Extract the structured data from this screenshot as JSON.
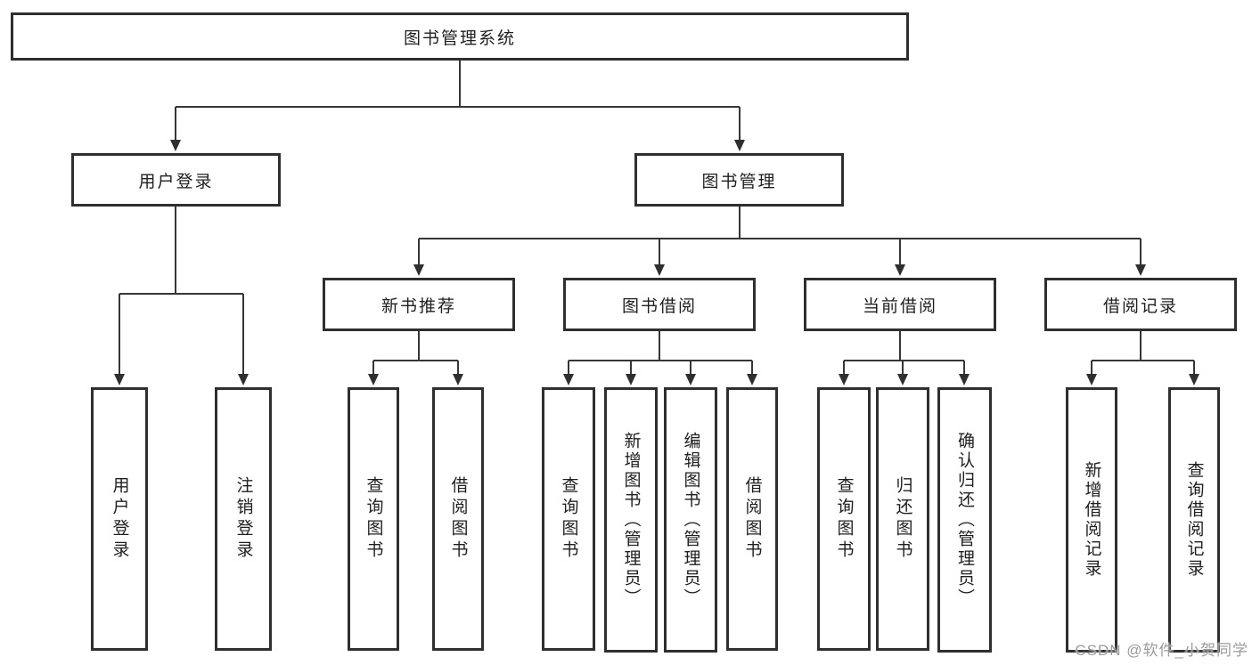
{
  "tree": {
    "root": {
      "label": "图书管理系统"
    },
    "user_branch": {
      "label": "用户登录",
      "children": [
        {
          "label": "用户登录"
        },
        {
          "label": "注销登录"
        }
      ]
    },
    "book_branch": {
      "label": "图书管理",
      "groups": [
        {
          "label": "新书推荐",
          "children": [
            {
              "label": "查询图书"
            },
            {
              "label": "借阅图书"
            }
          ]
        },
        {
          "label": "图书借阅",
          "children": [
            {
              "label": "查询图书"
            },
            {
              "label": "新增图书（管理员）"
            },
            {
              "label": "编辑图书（管理员）"
            },
            {
              "label": "借阅图书"
            }
          ]
        },
        {
          "label": "当前借阅",
          "children": [
            {
              "label": "查询图书"
            },
            {
              "label": "归还图书"
            },
            {
              "label": "确认归还（管理员）"
            }
          ]
        },
        {
          "label": "借阅记录",
          "children": [
            {
              "label": "新增借阅记录"
            },
            {
              "label": "查询借阅记录"
            }
          ]
        }
      ]
    }
  },
  "watermark": {
    "text": "CSDN @软件_小贺同学"
  },
  "colors": {
    "line": "#363636",
    "box_border": "#2f2f2f",
    "text": "#1f1f1f",
    "watermark": "#9b9b9b",
    "background": "#ffffff"
  }
}
